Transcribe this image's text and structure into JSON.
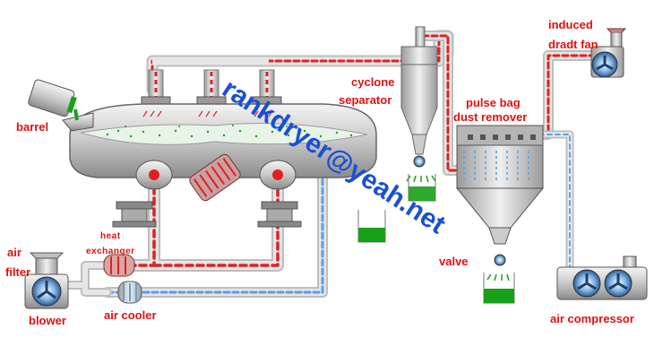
{
  "diagram": {
    "title": "Vibrating fluid bed dryer process flow",
    "labels": {
      "barrel": "barrel",
      "air": "air",
      "filter": "filter",
      "blower": "blower",
      "heat": "heat",
      "exchanger": "exchanger",
      "air_cooler": "air cooler",
      "cyclone": "cyclone",
      "separator": "separator",
      "pulse_bag": "pulse bag",
      "dust_remover": "dust remover",
      "induced": "induced",
      "draft_fan": "dradt fan",
      "valve": "valve",
      "air_compressor": "air compressor"
    },
    "watermark": "rankdryer@yeah.net",
    "colors": {
      "label": "#e01010",
      "watermark": "#1a4fd6",
      "hot_air": "#e02020",
      "cool_air": "#5aa0e0",
      "pipe": "#d8d8d8",
      "product": "#18a018"
    }
  }
}
